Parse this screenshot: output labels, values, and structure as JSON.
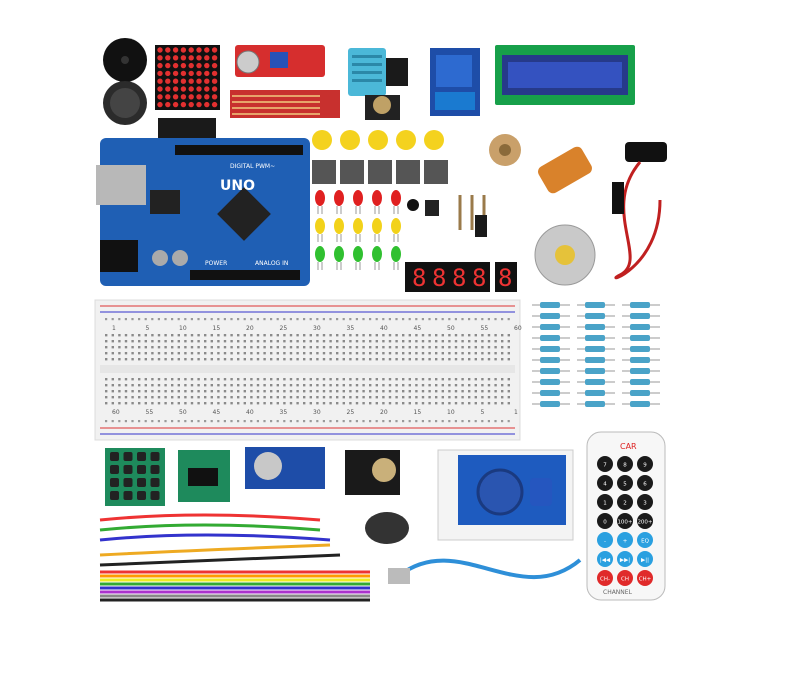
{
  "board": {
    "label": "UNO",
    "sub_label": "DIGITAL PWM~",
    "power_label": "POWER",
    "analog_label": "ANALOG IN"
  },
  "breadboard": {
    "top_numbers": [
      "1",
      "5",
      "10",
      "15",
      "20",
      "25",
      "30",
      "35",
      "40",
      "45",
      "50",
      "55",
      "60"
    ],
    "bottom_numbers": [
      "60",
      "55",
      "50",
      "45",
      "40",
      "35",
      "30",
      "25",
      "20",
      "15",
      "10",
      "5",
      "1"
    ]
  },
  "display": {
    "digits": [
      "8",
      "8",
      "8",
      "8"
    ],
    "single_digit": "8"
  },
  "lcd": {
    "text": ""
  },
  "remote": {
    "brand": "CAR",
    "keys": [
      "CH-",
      "CH",
      "CH+",
      "|◀◀",
      "▶▶|",
      "▶||",
      "-",
      "+",
      "EQ",
      "0",
      "100+",
      "200+",
      "1",
      "2",
      "3",
      "4",
      "5",
      "6",
      "7",
      "8",
      "9"
    ],
    "footer": "CHANNEL"
  },
  "colors": {
    "pcb_blue": "#1f5fb4",
    "led_red": "#e02020",
    "led_yellow": "#f2d21a",
    "led_green": "#30c030",
    "usb_blue": "#2e8fd8",
    "resistor_body": "#4aa3c8"
  }
}
